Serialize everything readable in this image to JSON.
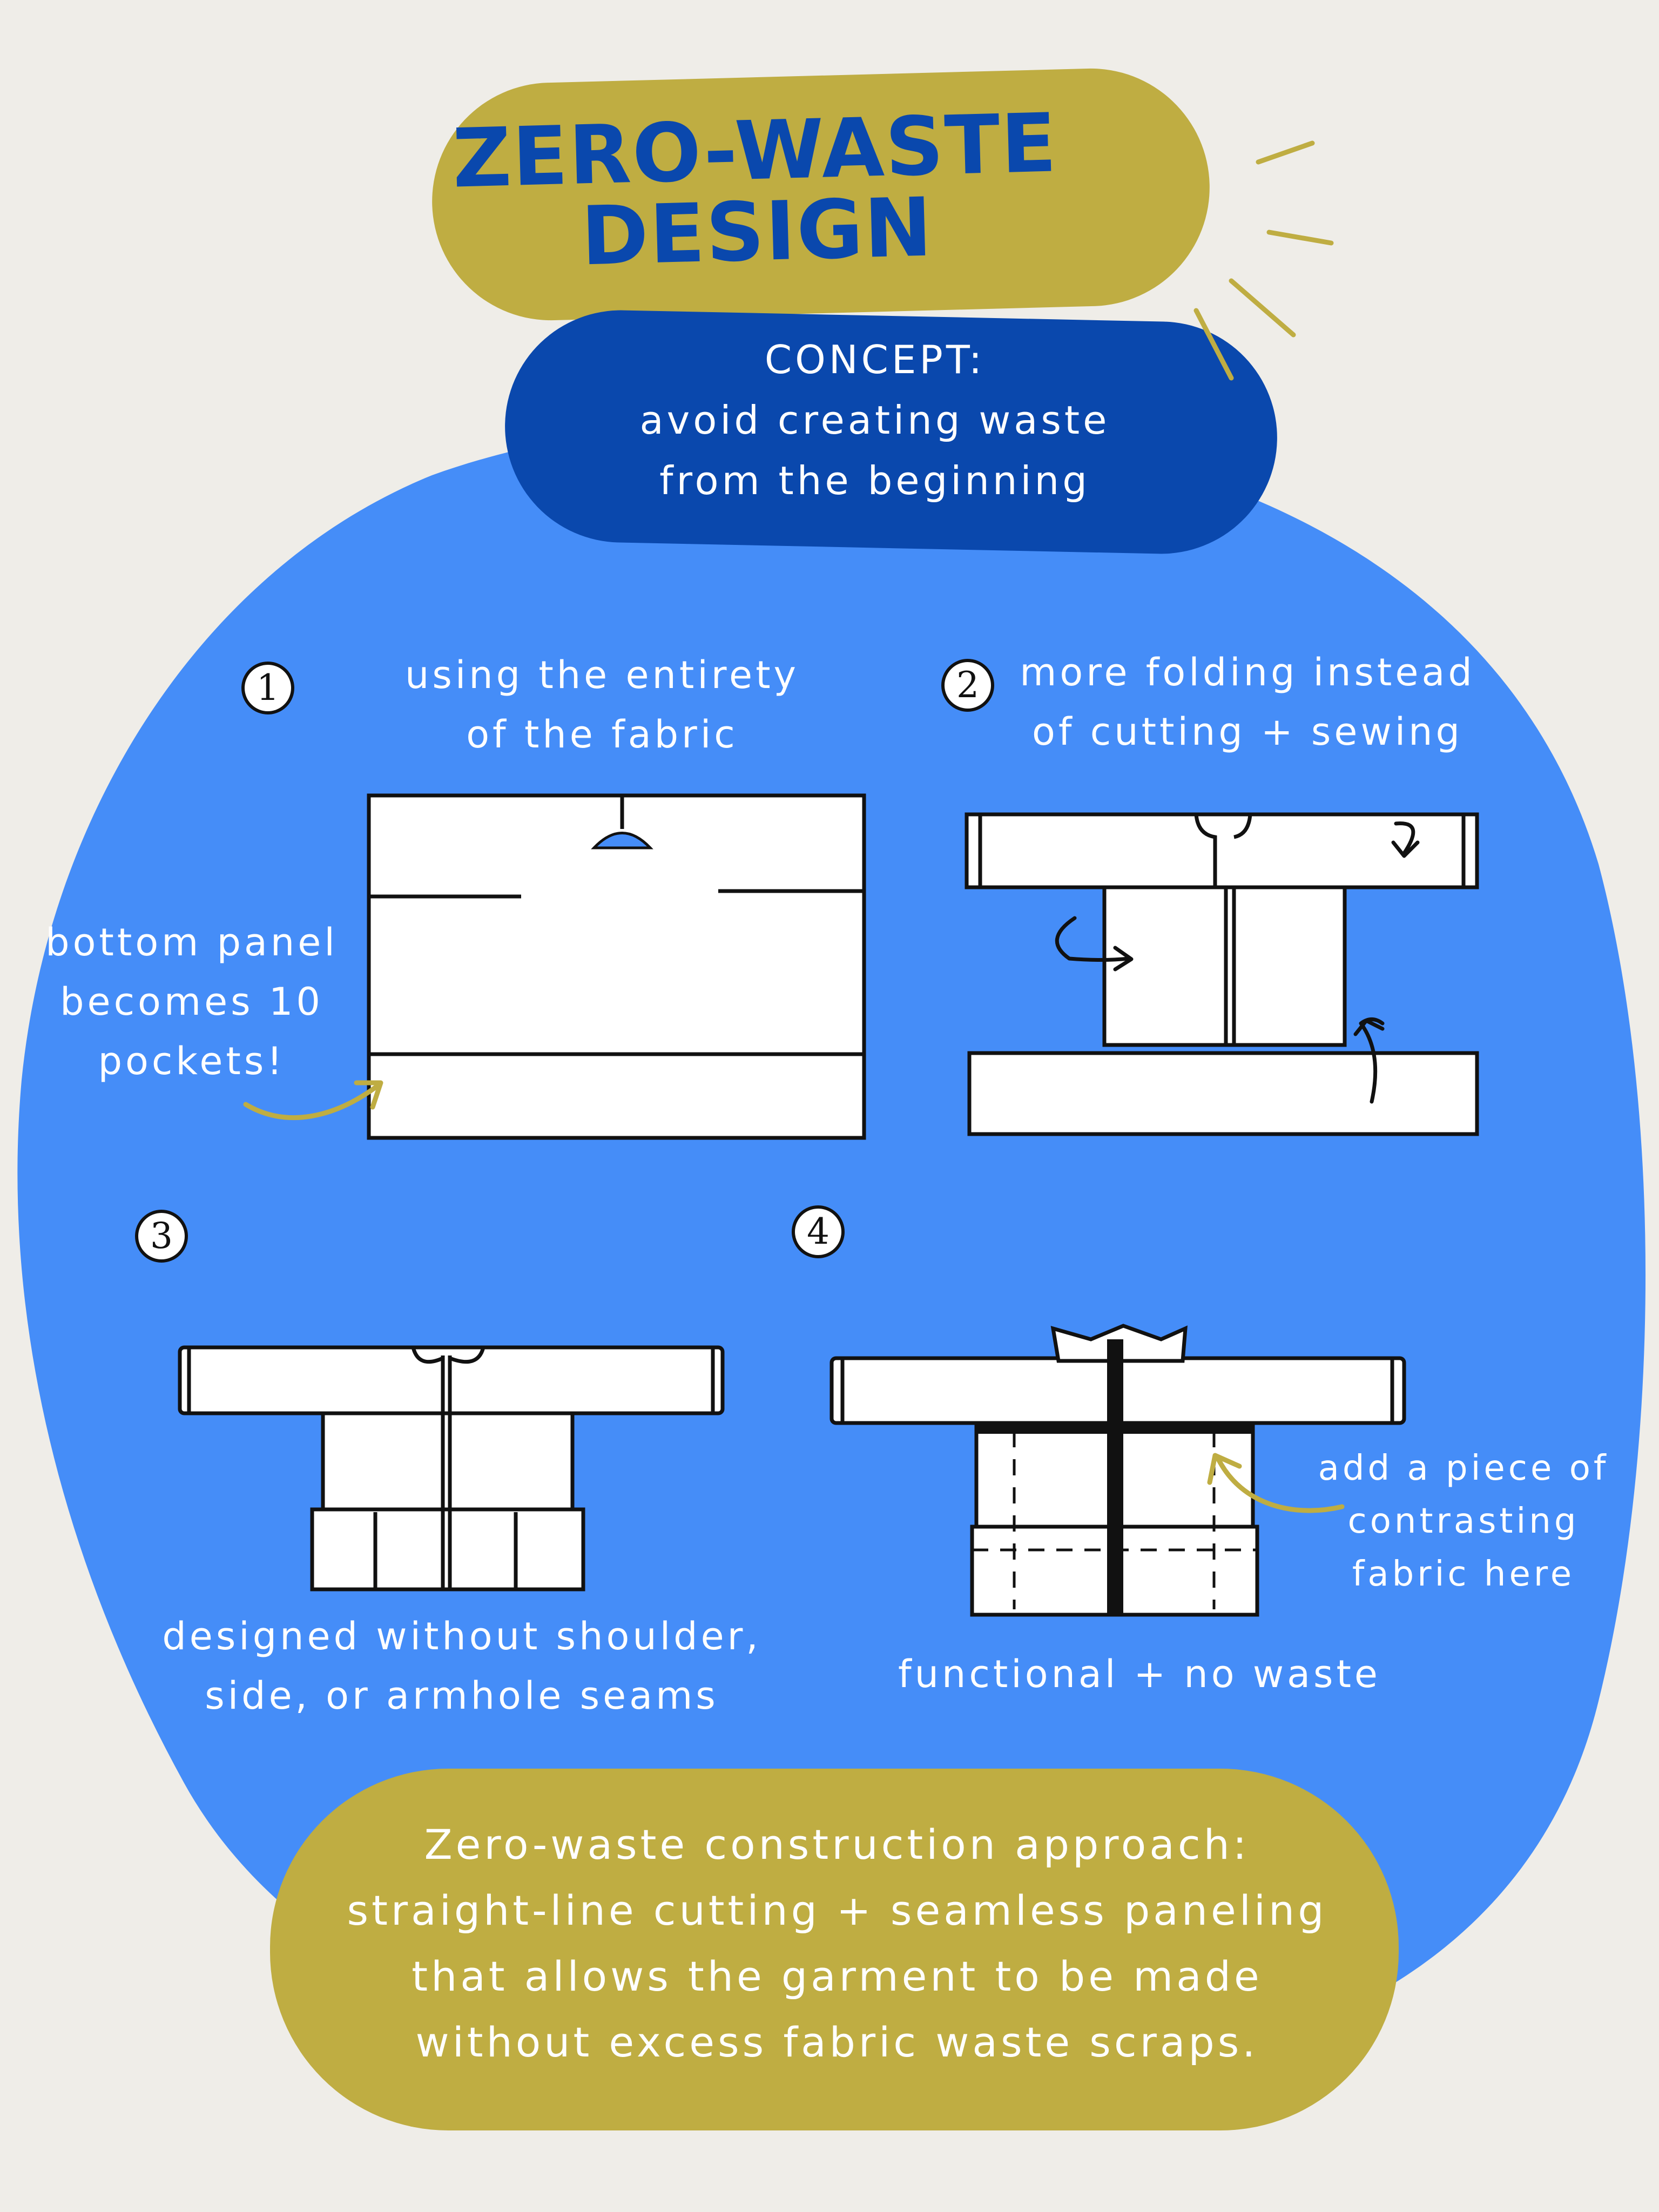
{
  "title": {
    "line1": "ZERO-WASTE",
    "line2": "DESIGN"
  },
  "concept": {
    "label": "CONCEPT:",
    "line1": "avoid creating waste",
    "line2": "from the beginning"
  },
  "steps": [
    {
      "number": "1",
      "caption": [
        "using the entirety",
        "of the fabric"
      ]
    },
    {
      "number": "2",
      "caption": [
        "more folding instead",
        "of cutting + sewing"
      ]
    },
    {
      "number": "3",
      "caption": [
        "designed without shoulder,",
        "side, or armhole seams"
      ]
    },
    {
      "number": "4",
      "caption": [
        "functional + no waste"
      ]
    }
  ],
  "annotations": {
    "pockets": [
      "bottom panel",
      "becomes 10",
      "pockets!"
    ],
    "contrast": [
      "add a piece of",
      "contrasting",
      "fabric here"
    ]
  },
  "summary": [
    "Zero-waste construction approach:",
    "straight-line cutting + seamless paneling",
    "that allows the garment to be made",
    "without excess fabric waste scraps."
  ],
  "colors": {
    "background": "#efede8",
    "blob_blue": "#458df8",
    "navy": "#0a48ad",
    "olive": "#bfad42",
    "ink": "#111111",
    "white": "#ffffff"
  }
}
